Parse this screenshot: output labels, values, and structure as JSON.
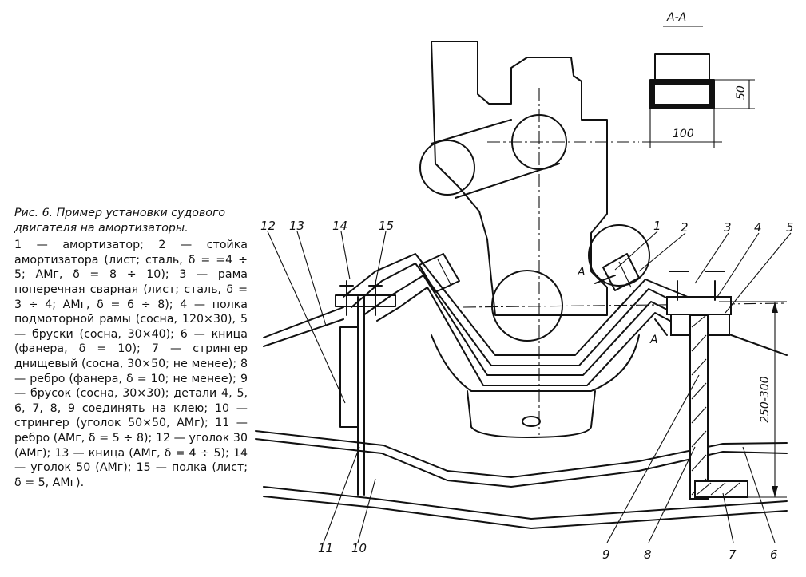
{
  "figure": {
    "caption_title": "Рис. 6. Пример установки судового двигателя на амортизаторы.",
    "caption_legend": "1 — амортизатор; 2 — стойка амортизатора (лист; сталь, δ = =4 ÷ 5; АМг, δ = 8 ÷ 10); 3 — рама поперечная сварная (лист; сталь, δ = 3 ÷ 4; АМг, δ = 6 ÷ 8); 4 — полка подмоторной рамы (сосна, 120×30), 5 — бруски (сосна, 30×40); 6 — кница (фанера, δ = 10); 7 — стрингер днищевый (сосна, 30×50; не менее); 8 — ребро (фанера, δ = 10; не менее); 9 — брусок (сосна, 30×30); детали 4, 5, 6, 7, 8, 9 соединять на клею; 10 — стрингер (уголок 50×50, АМг); 11 — ребро (АМг, δ = 5 ÷ 8); 12 — уголок 30 (АМг); 13 — кница (АМг, δ = 4 ÷ 5); 14 — уголок 50 (АМг); 15 — полка (лист; δ = 5, АМг)."
  },
  "section": {
    "title": "А-А",
    "width_dim": "100",
    "height_dim": "50"
  },
  "dimension_main": "250-300",
  "section_marks": [
    "А",
    "А"
  ],
  "callouts": [
    "1",
    "2",
    "3",
    "4",
    "5",
    "6",
    "7",
    "8",
    "9",
    "10",
    "11",
    "12",
    "13",
    "14",
    "15"
  ]
}
